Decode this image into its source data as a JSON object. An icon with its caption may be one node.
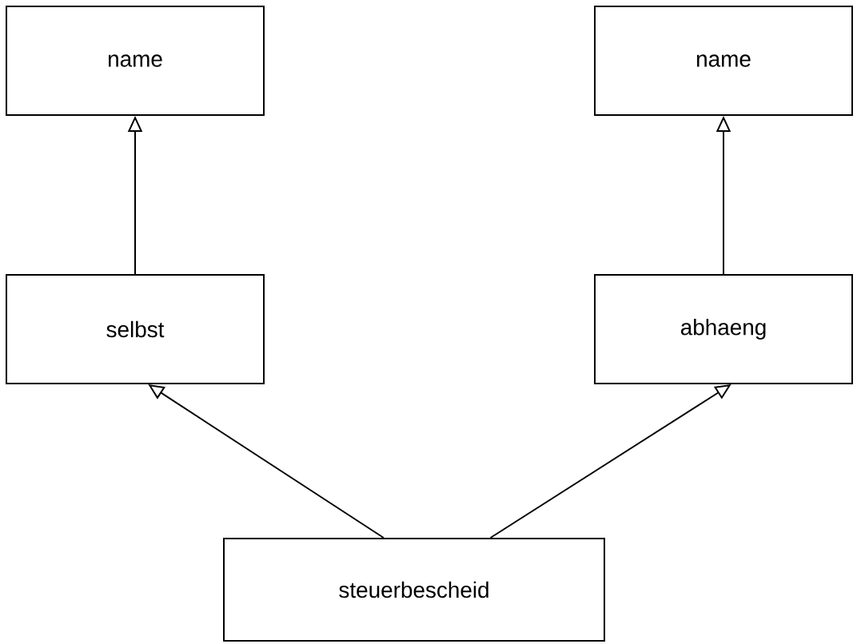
{
  "diagram": {
    "nodes": [
      {
        "text": [
          "name"
        ]
      },
      {
        "text": [
          "name"
        ]
      },
      {
        "text": [
          "selbst"
        ]
      },
      {
        "text": [
          "abhaeng"
        ]
      },
      {
        "text": [
          "steuerbescheid"
        ]
      }
    ],
    "edges": [
      {
        "from": 2,
        "to": 0,
        "arrow": "to"
      },
      {
        "from": 3,
        "to": 1,
        "arrow": "to"
      },
      {
        "from": 4,
        "to": 2,
        "arrow": "to"
      },
      {
        "from": 4,
        "to": 3,
        "arrow": "to"
      }
    ]
  }
}
